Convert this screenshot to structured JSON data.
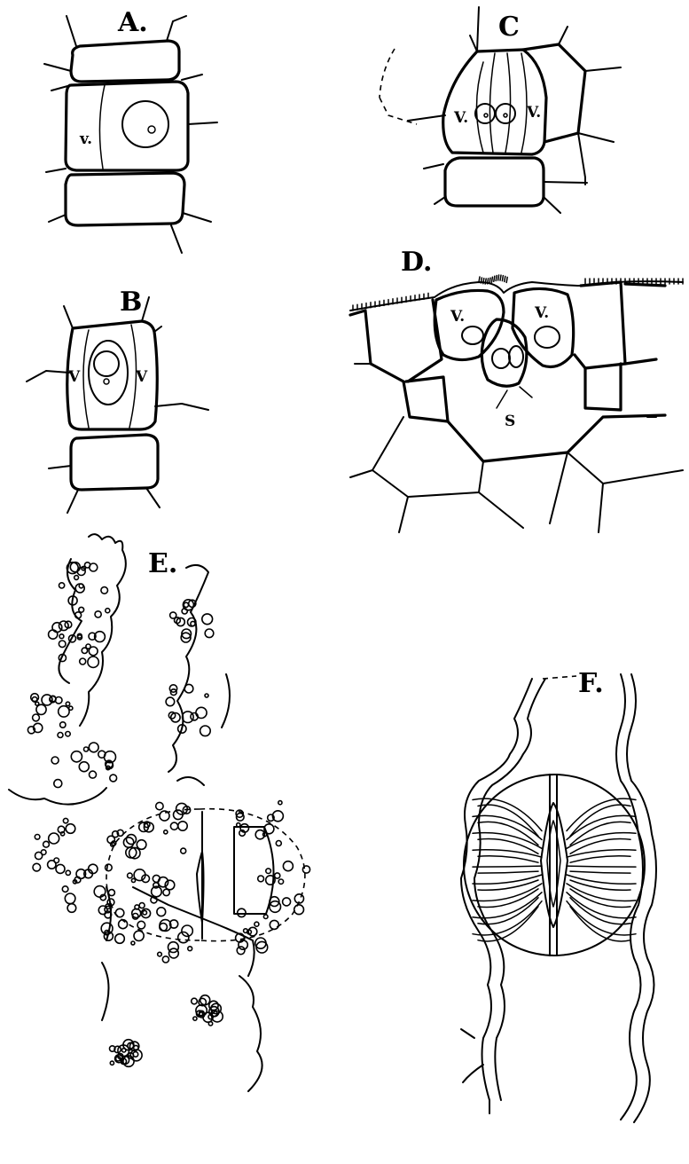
{
  "panels": {
    "a": {
      "letter": "A.",
      "labels": [
        "v."
      ]
    },
    "b": {
      "letter": "B",
      "labels": [
        "V",
        "V"
      ]
    },
    "c": {
      "letter": "C",
      "labels": [
        "V.",
        "V."
      ]
    },
    "d": {
      "letter": "D.",
      "labels": [
        "V.",
        "V.",
        "S"
      ]
    },
    "e": {
      "letter": "E."
    },
    "f": {
      "letter": "F."
    }
  }
}
